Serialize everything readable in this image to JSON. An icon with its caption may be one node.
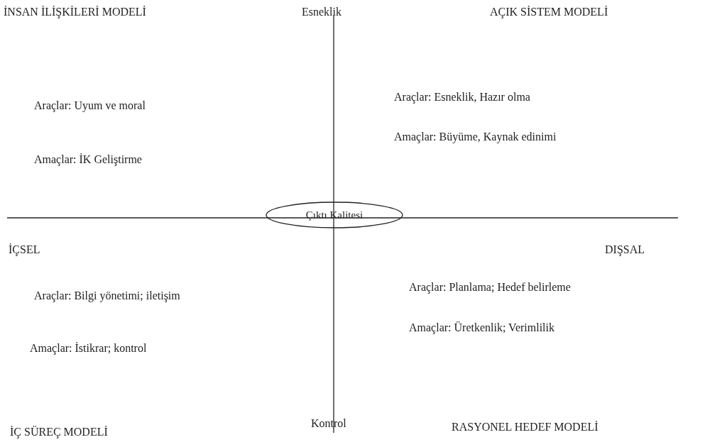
{
  "diagram": {
    "nodes": [
      {
        "text": [
          "Çıktı Kalitesi"
        ]
      }
    ],
    "edges": [],
    "labels": [
      "İNSAN İLİŞKİLERİ MODELİ",
      "Esneklik",
      "AÇIK SİSTEM MODELİ",
      "Araçlar: Uyum ve moral",
      "Araçlar: Esneklik, Hazır olma",
      "Amaçlar: Büyüme, Kaynak edinimi",
      "Amaçlar: İK Geliştirme",
      "İÇSEL",
      "DIŞSAL",
      "Araçlar: Planlama; Hedef belirleme",
      "Araçlar: Bilgi yönetimi; iletişim",
      "Amaçlar: Üretkenlik; Verimlilik",
      "Amaçlar: İstikrar; kontrol",
      "Kontrol",
      "RASYONEL HEDEF MODELİ",
      "İÇ SÜREÇ MODELİ"
    ]
  }
}
